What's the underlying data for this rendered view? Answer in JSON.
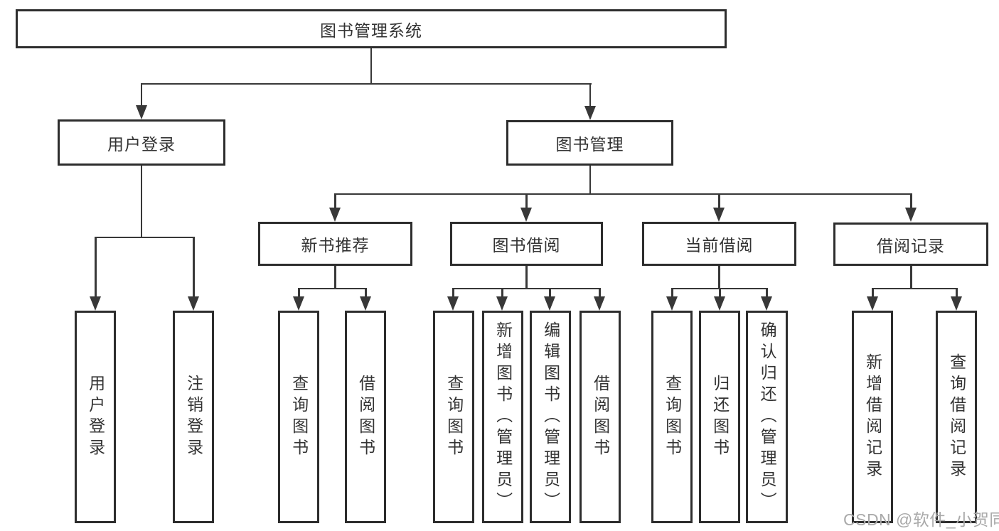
{
  "diagram": {
    "root": {
      "label": "图书管理系统",
      "children": [
        {
          "label": "用户登录",
          "children": [
            {
              "label": "用户登录"
            },
            {
              "label": "注销登录"
            }
          ]
        },
        {
          "label": "图书管理",
          "children": [
            {
              "label": "新书推荐",
              "children": [
                {
                  "label": "查询图书"
                },
                {
                  "label": "借阅图书"
                }
              ]
            },
            {
              "label": "图书借阅",
              "children": [
                {
                  "label": "查询图书"
                },
                {
                  "label": "新增图书（管理员）"
                },
                {
                  "label": "编辑图书（管理员）"
                },
                {
                  "label": "借阅图书"
                }
              ]
            },
            {
              "label": "当前借阅",
              "children": [
                {
                  "label": "查询图书"
                },
                {
                  "label": "归还图书"
                },
                {
                  "label": "确认归还（管理员）"
                }
              ]
            },
            {
              "label": "借阅记录",
              "children": [
                {
                  "label": "新增借阅记录"
                },
                {
                  "label": "查询借阅记录"
                }
              ]
            }
          ]
        }
      ]
    },
    "watermark": "CSDN @软件_小贺同学",
    "colors": {
      "line": "#383838",
      "border": "#2d2d2d",
      "text": "#333333",
      "watermark": "#a9a9a9",
      "background": "#ffffff"
    }
  }
}
